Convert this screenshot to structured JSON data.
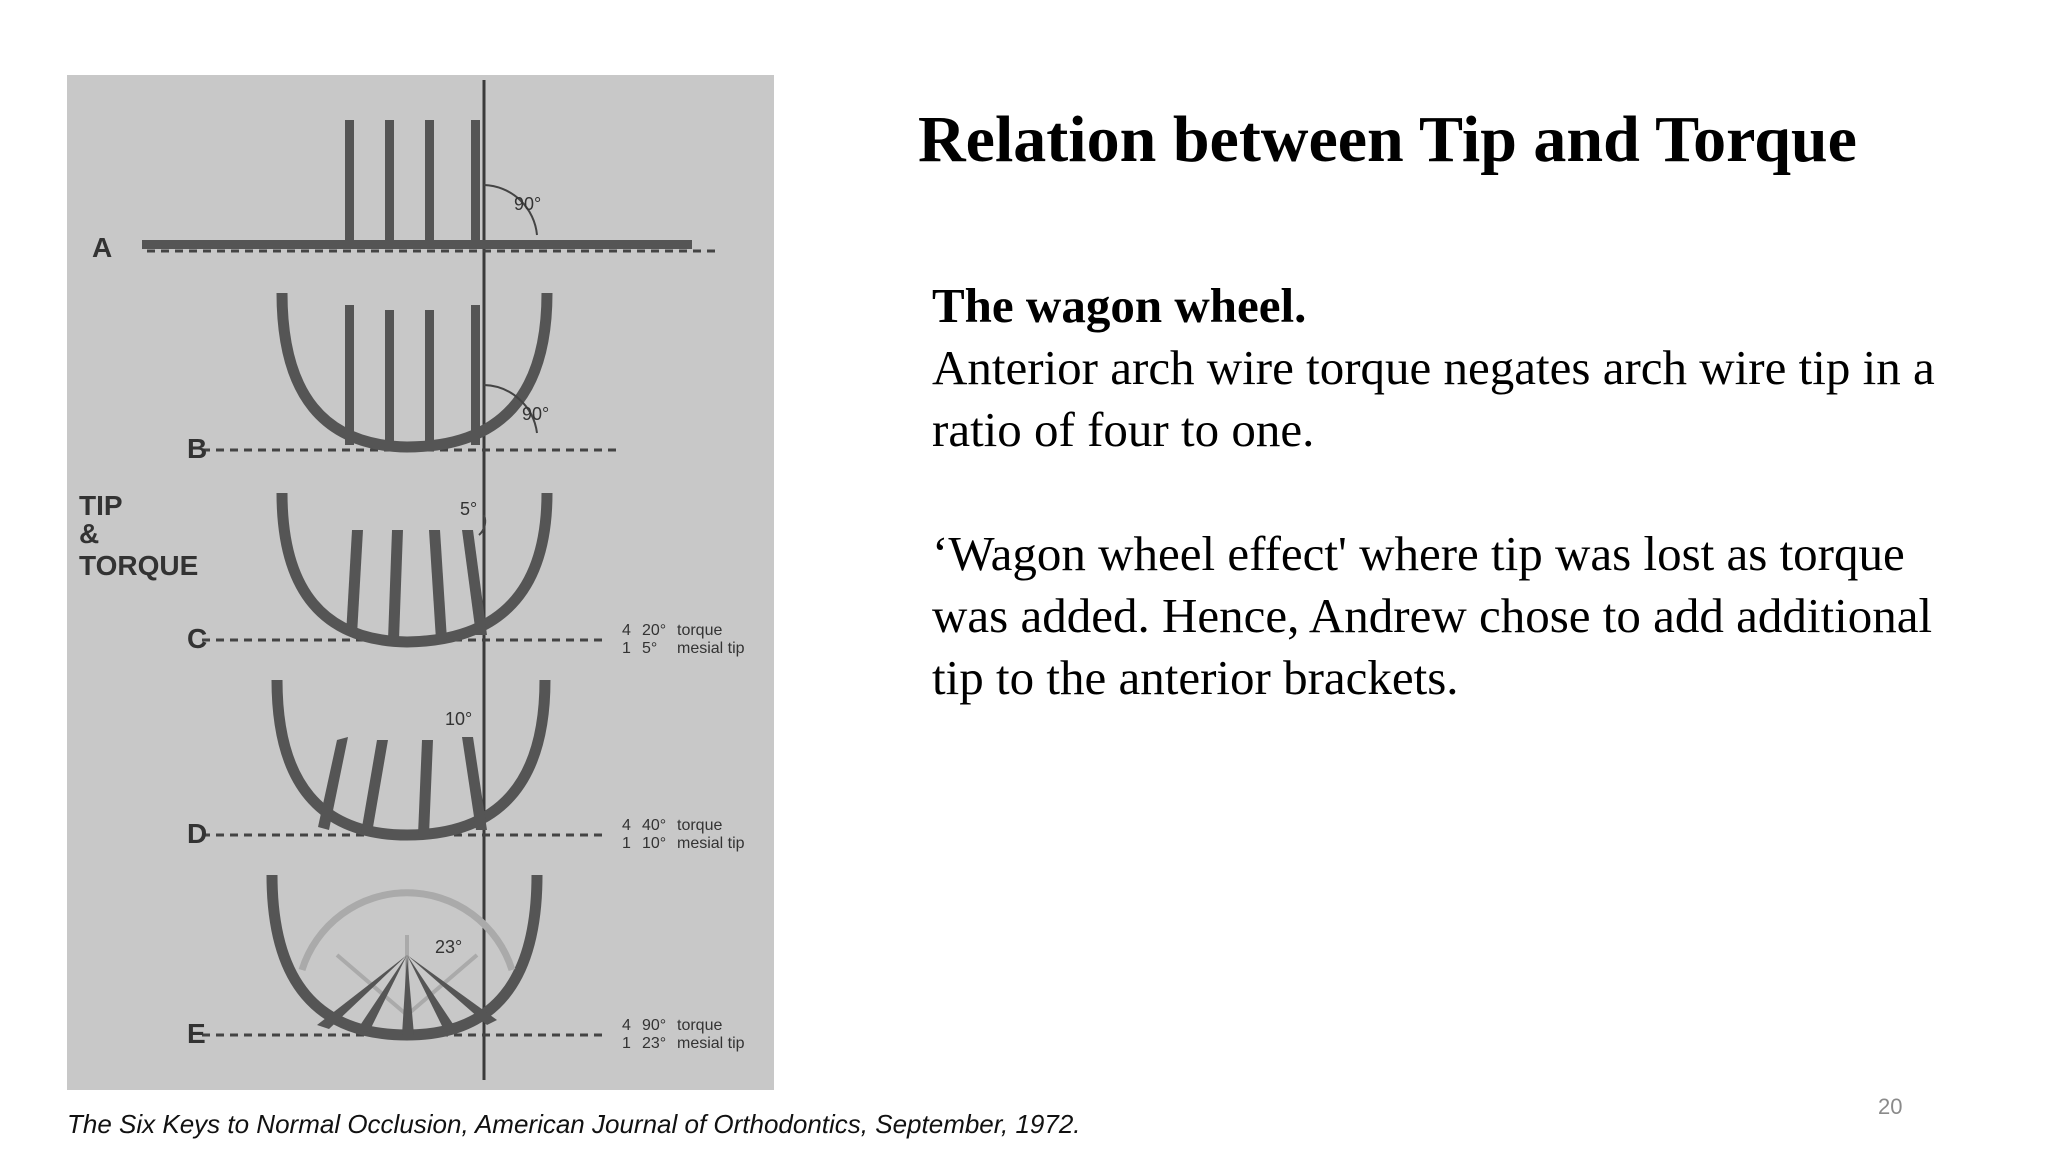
{
  "slide": {
    "title": "Relation between Tip and Torque",
    "heading": "The wagon wheel.",
    "paragraph1": "Anterior arch wire torque negates arch wire tip in a ratio of four to one.",
    "paragraph2": "‘Wagon wheel effect' where tip was lost as torque was added. Hence, Andrew chose to add additional tip to the anterior brackets.",
    "caption": "The Six Keys to Normal Occlusion, American Journal of Orthodontics, September, 1972.",
    "page_number": "20"
  },
  "figure": {
    "side_label": [
      "TIP",
      "&",
      "TORQUE"
    ],
    "row_labels": [
      "A",
      "B",
      "C",
      "D",
      "E"
    ],
    "angle_labels": [
      "90°",
      "90°",
      "5°",
      "10°",
      "23°"
    ],
    "ratios": [
      {
        "num": "4",
        "den": "1",
        "torque": "20°",
        "tip": "5°"
      },
      {
        "num": "4",
        "den": "1",
        "torque": "40°",
        "tip": "10°"
      },
      {
        "num": "4",
        "den": "1",
        "torque": "90°",
        "tip": "23°"
      }
    ],
    "ratio_torque_word": "torque",
    "ratio_tip_word": "mesial tip"
  }
}
